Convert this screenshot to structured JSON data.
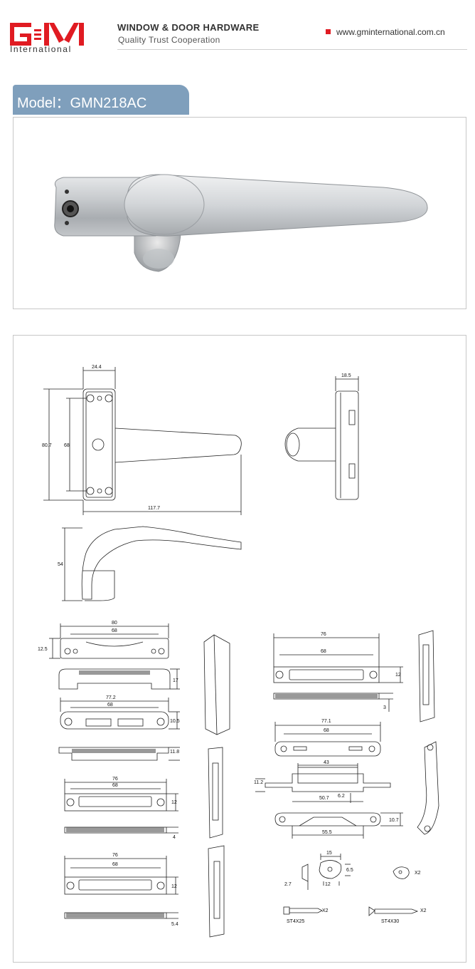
{
  "header": {
    "logo_text": "GM",
    "logo_sub": "International",
    "title": "WINDOW & DOOR HARDWARE",
    "subtitle": "Quality  Trust  Cooperation",
    "website": "www.gminternational.com.cn"
  },
  "model": {
    "label": "Model：GMN218AC"
  },
  "dims": {
    "d24_4": "24.4",
    "d18_5": "18.5",
    "d80_7": "80.7",
    "d68_left": "68",
    "d117_7": "117.7",
    "d54": "54",
    "d80": "80",
    "d68_a": "68",
    "d12_5": "12.5",
    "d17": "17",
    "d77_2": "77.2",
    "d68_b": "68",
    "d10_5": "10.5",
    "d11_8": "11.8",
    "d76_a": "76",
    "d68_c": "68",
    "d12_a": "12",
    "d4": "4",
    "d76_b": "76",
    "d68_d": "68",
    "d12_b": "12",
    "d5_4": "5.4",
    "d76_c": "76",
    "d68_e": "68",
    "d12_c": "12",
    "d3": "3",
    "d77_1": "77.1",
    "d68_f": "68",
    "d43": "43",
    "d11_2": "11.2",
    "d50_7": "50.7",
    "d6_2": "6.2",
    "d55_5": "55.5",
    "d10_7": "10.7",
    "d15": "15",
    "d6_5": "6.5",
    "d2_7": "2.7",
    "d12_d": "12",
    "x2_key": "X2",
    "x2_a": "X2",
    "x2_b": "X2",
    "screw_a": "ST4X25",
    "screw_b": "ST4X30"
  },
  "colors": {
    "logo_red": "#e01b22",
    "tab_blue": "#7f9fbc",
    "border_gray": "#c7c7c7"
  }
}
